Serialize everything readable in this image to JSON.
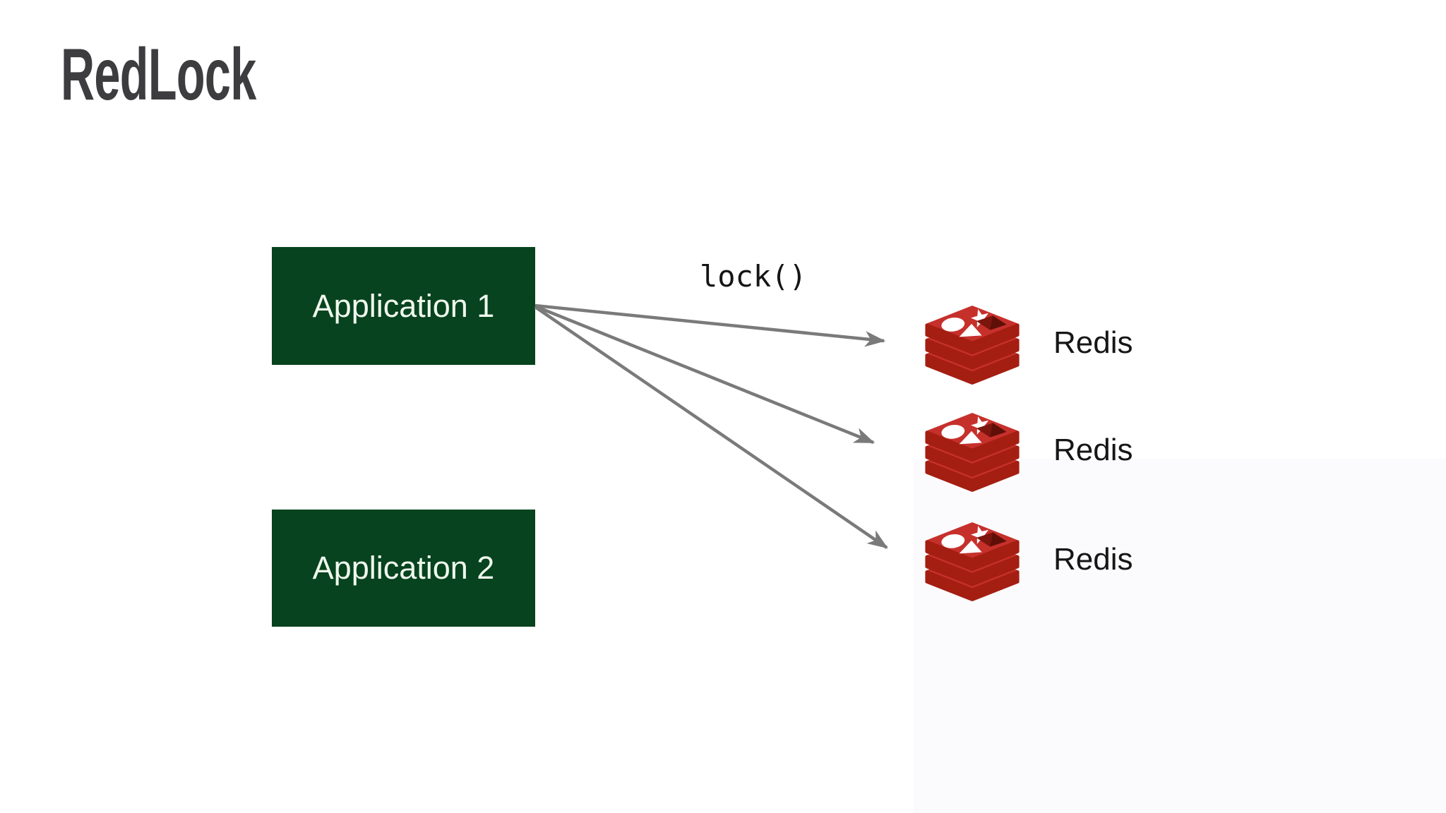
{
  "slide": {
    "title": "RedLock"
  },
  "colors": {
    "title_color": "#3d3d40",
    "app_box_bg": "#06431e",
    "app_box_text": "#f0f8ee",
    "arrow": "#7a7a7a",
    "edge_label_color": "#151515",
    "label_text": "#161616",
    "redis_light": "#c6302b",
    "redis_dark": "#a41e11",
    "redis_hole": "#7c150d",
    "redis_hole_shade": "#5f0f08",
    "panel": "#fbfbfd"
  },
  "diagram": {
    "applications": [
      {
        "label": "Application 1"
      },
      {
        "label": "Application 2"
      }
    ],
    "redis_instances": [
      {
        "label": "Redis",
        "icon": "redis-stack-icon"
      },
      {
        "label": "Redis",
        "icon": "redis-stack-icon"
      },
      {
        "label": "Redis",
        "icon": "redis-stack-icon"
      }
    ],
    "edge_label": "lock()",
    "arrows": [
      {
        "from": "Application 1",
        "to": "Redis 1"
      },
      {
        "from": "Application 1",
        "to": "Redis 2"
      },
      {
        "from": "Application 1",
        "to": "Redis 3"
      }
    ]
  }
}
